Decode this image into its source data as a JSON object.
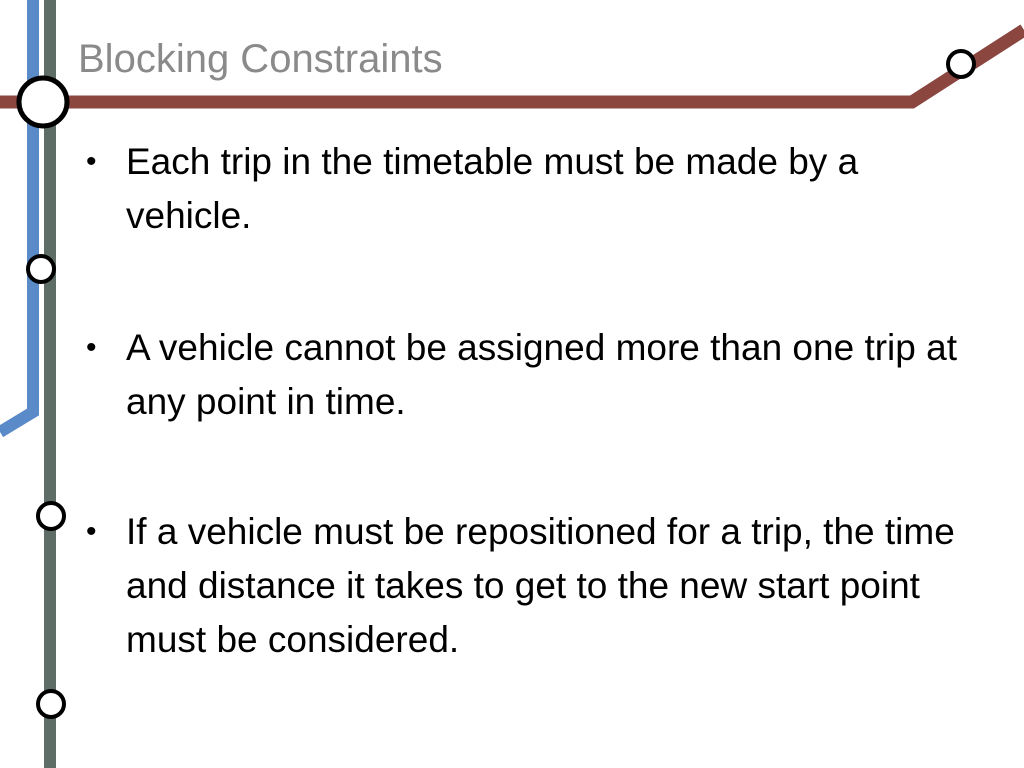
{
  "slide": {
    "title": "Blocking Constraints",
    "bullet_symbol": "•",
    "bullets": [
      {
        "text": "Each trip in the timetable must be made by a vehicle."
      },
      {
        "text": "A vehicle cannot be assigned more than one trip at any point in time."
      },
      {
        "text": "If a vehicle must be repositioned for a trip, the time and distance it takes to get to the new start point must be considered."
      }
    ]
  },
  "theme": {
    "title_color": "#8a8a8a",
    "red_line_color": "#8b4640",
    "blue_line_color": "#5b8ac8",
    "gray_line_color": "#5e6e66",
    "station_fill": "#ffffff",
    "station_stroke": "#000000"
  }
}
